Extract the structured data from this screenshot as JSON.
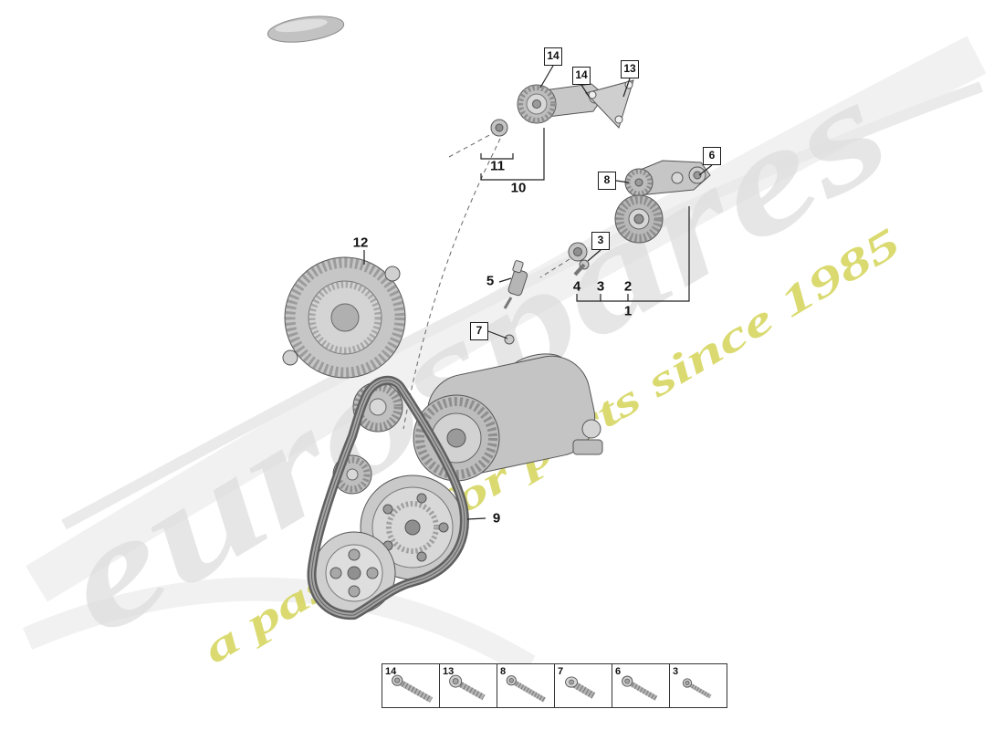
{
  "watermark": {
    "brand": "eurospares",
    "tagline": "a passion for parts since 1985",
    "brand_color": "#dedede",
    "tagline_color": "#d2d24e"
  },
  "callouts": {
    "boxed": [
      {
        "label": "14"
      },
      {
        "label": "14"
      },
      {
        "label": "13"
      },
      {
        "label": "6"
      },
      {
        "label": "8"
      },
      {
        "label": "3"
      },
      {
        "label": "7"
      }
    ],
    "plain": [
      {
        "label": "11"
      },
      {
        "label": "10"
      },
      {
        "label": "12"
      },
      {
        "label": "5"
      },
      {
        "label": "4"
      },
      {
        "label": "3"
      },
      {
        "label": "2"
      },
      {
        "label": "1"
      },
      {
        "label": "9"
      }
    ]
  },
  "legend": {
    "items": [
      {
        "label": "14",
        "icon": "bolt-long-icon"
      },
      {
        "label": "13",
        "icon": "bolt-flange-icon"
      },
      {
        "label": "8",
        "icon": "screw-long-icon"
      },
      {
        "label": "7",
        "icon": "screw-short-icon"
      },
      {
        "label": "6",
        "icon": "screw-medium-icon"
      },
      {
        "label": "3",
        "icon": "screw-small-icon"
      }
    ]
  }
}
